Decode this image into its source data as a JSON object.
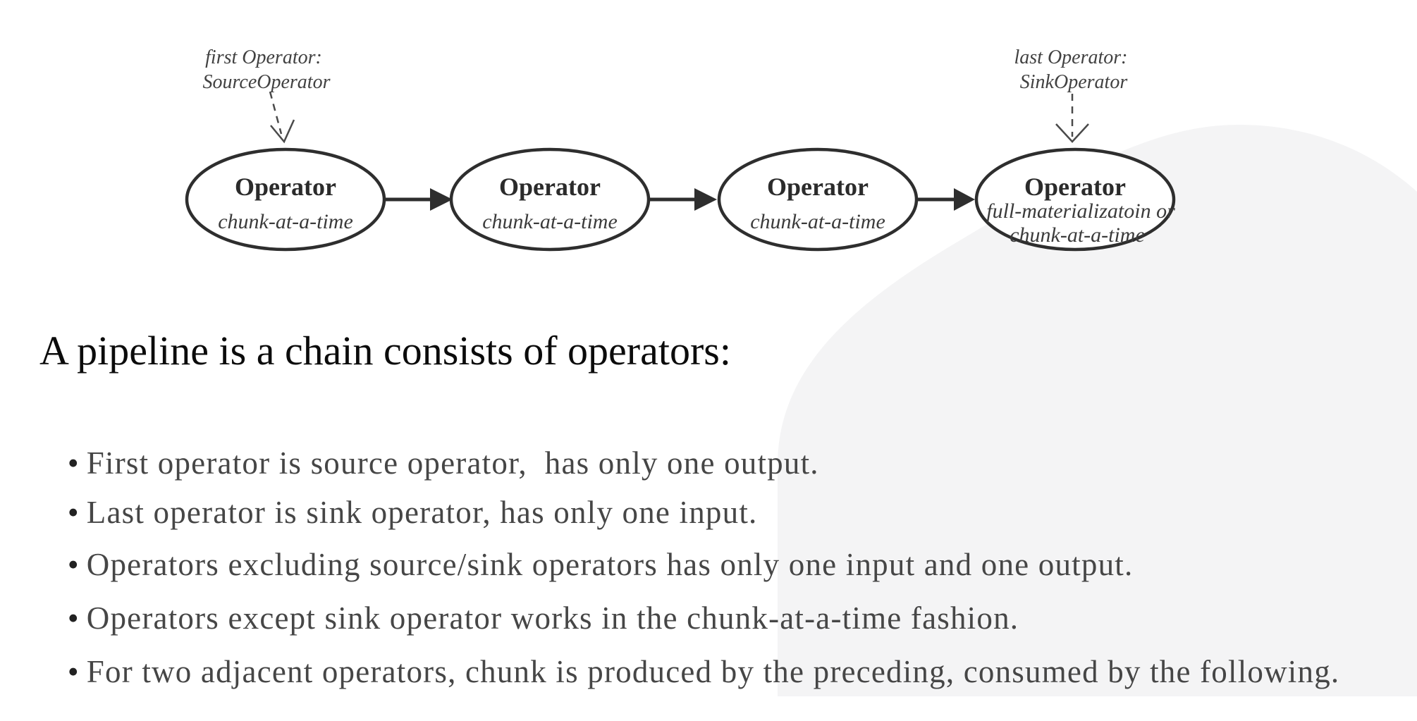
{
  "diagram": {
    "annotations": {
      "first": {
        "line1": "first Operator:",
        "line2": "SourceOperator"
      },
      "last": {
        "line1": "last Operator:",
        "line2": "SinkOperator"
      }
    },
    "nodes": [
      {
        "title": "Operator",
        "subtitle1": "chunk-at-a-time"
      },
      {
        "title": "Operator",
        "subtitle1": "chunk-at-a-time"
      },
      {
        "title": "Operator",
        "subtitle1": "chunk-at-a-time"
      },
      {
        "title": "Operator",
        "subtitle1": "full-materializatoin or",
        "subtitle2": "chunk-at-a-time"
      }
    ]
  },
  "content": {
    "heading": "A pipeline is a chain consists of operators:",
    "bullets": [
      {
        "marker": "•",
        "text": "First operator is source operator,  has only one output."
      },
      {
        "marker": "•",
        "text": "Last operator is sink operator, has only one input."
      },
      {
        "marker": "•",
        "text": "Operators excluding source/sink operators has only one input and one output."
      },
      {
        "marker": "•",
        "text": "Operators except sink operator works in the chunk-at-a-time fashion."
      },
      {
        "marker": "•",
        "text": "For two adjacent operators, chunk is produced by the preceding, consumed by the following."
      }
    ]
  },
  "colors": {
    "background": "#ffffff",
    "blob": "#f4f4f5",
    "stroke": "#2e2e2e",
    "heading_text": "#0b0b0b",
    "body_text": "#464646",
    "annotation_text": "#414141"
  }
}
